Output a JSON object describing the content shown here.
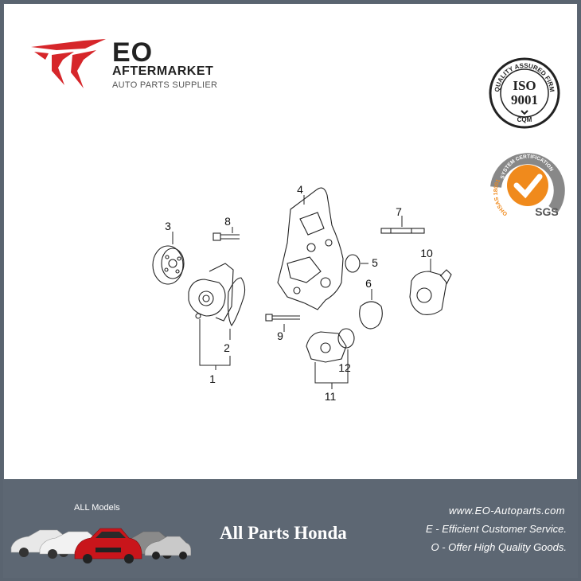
{
  "logo": {
    "brand": "EO",
    "name": "AFTERMARKET",
    "tagline": "AUTO PARTS SUPPLIER",
    "mark_color": "#d6262a"
  },
  "badges": {
    "iso_ring_text": "QUALITY ASSURED FIRM",
    "iso_line1": "ISO",
    "iso_line2": "9001",
    "iso_sub": "CQM",
    "sgs_ring_top": "SYSTEM CERTIFICATION",
    "sgs_ring_left": "OHSAS 18001",
    "sgs_label": "SGS",
    "sgs_check_color": "#f08a1c"
  },
  "callouts": [
    "1",
    "2",
    "3",
    "4",
    "5",
    "6",
    "7",
    "8",
    "9",
    "10",
    "11",
    "12"
  ],
  "footer": {
    "models_label": "ALL Models",
    "headline": "All Parts Honda",
    "website": "www.EO-Autoparts.com",
    "line_e": "E - Efficient Customer Service.",
    "line_o": "O - Offer High Quality Goods.",
    "bg_color": "#5d6773"
  }
}
